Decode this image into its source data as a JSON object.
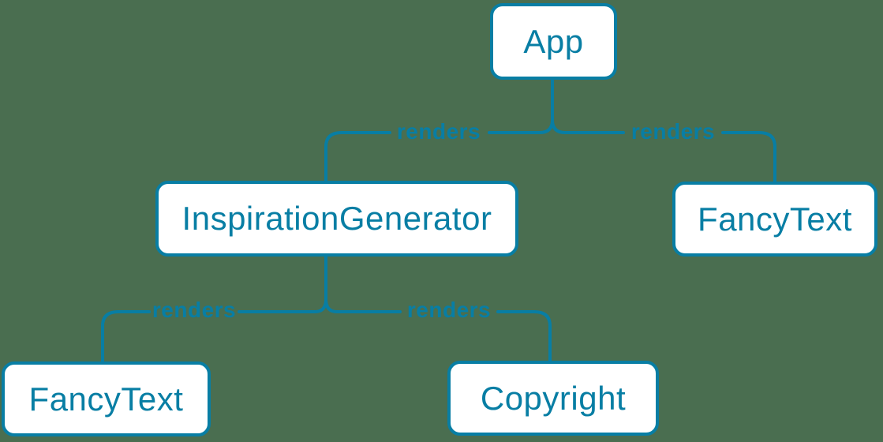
{
  "diagram": {
    "nodes": {
      "app": {
        "label": "App"
      },
      "inspiration_generator": {
        "label": "InspirationGenerator"
      },
      "fancy_text_top": {
        "label": "FancyText"
      },
      "fancy_text_bottom": {
        "label": "FancyText"
      },
      "copyright": {
        "label": "Copyright"
      }
    },
    "edges": {
      "app_to_inspiration_generator": {
        "label": "renders"
      },
      "app_to_fancy_text": {
        "label": "renders"
      },
      "inspiration_generator_to_fancy_text": {
        "label": "renders"
      },
      "inspiration_generator_to_copyright": {
        "label": "renders"
      }
    },
    "colors": {
      "accent": "#087ea4",
      "node_background": "#ffffff",
      "page_background": "#4a6e50"
    }
  }
}
